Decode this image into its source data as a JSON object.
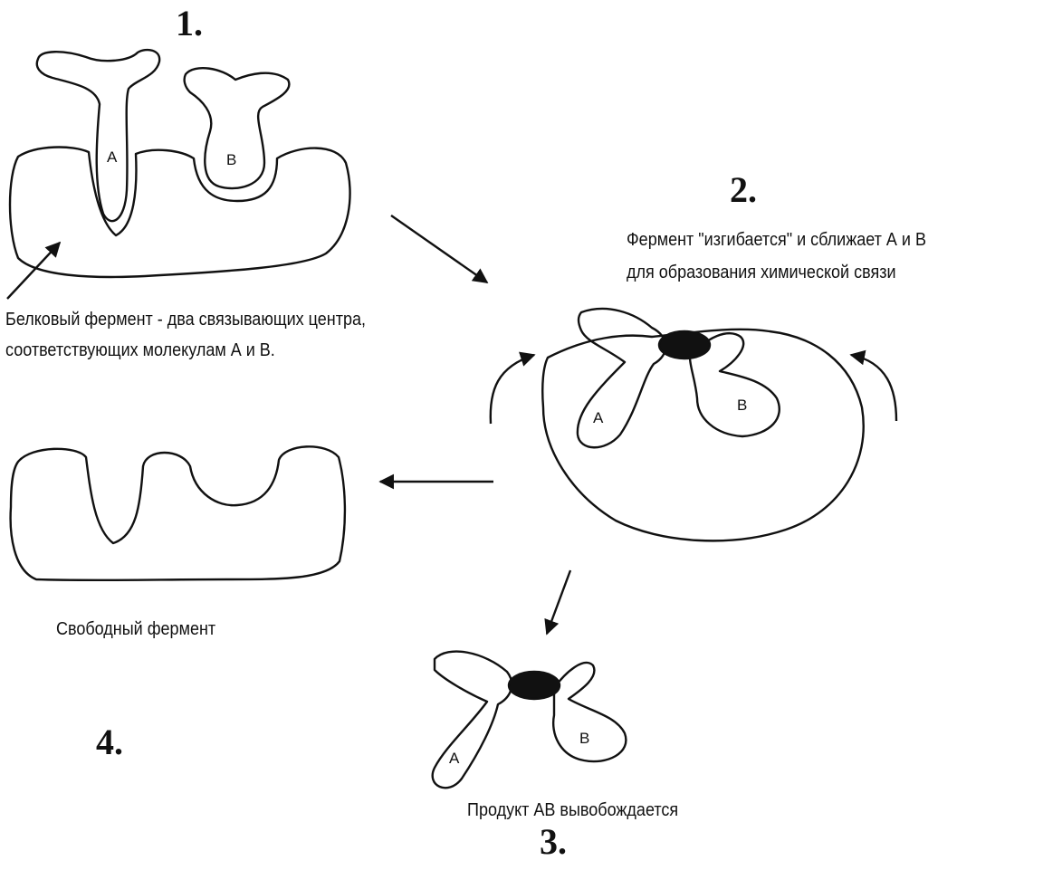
{
  "steps": {
    "one": "1.",
    "two": "2.",
    "three": "3.",
    "four": "4."
  },
  "captions": {
    "step1_line1": "Белковый фермент - два связывающих центра,",
    "step1_line2": "соответствующих молекулам А и В.",
    "step2_line1": "Фермент \"изгибается\" и сближает А и В",
    "step2_line2": "для образования химической связи",
    "step3": "Продукт АВ вывобождается",
    "step4": "Свободный фермент"
  },
  "molecules": {
    "a": "А",
    "b": "В"
  },
  "colors": {
    "ink": "#111111",
    "bond": "#111111",
    "background": "#ffffff"
  }
}
